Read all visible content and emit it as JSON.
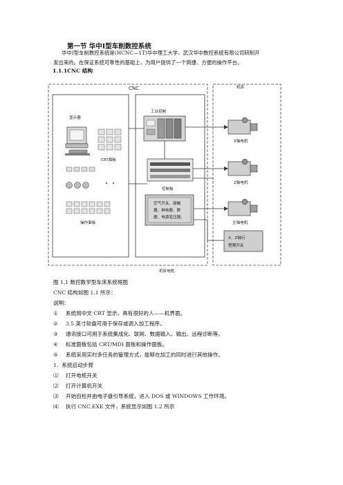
{
  "section": {
    "title": "第一节  华中Ⅰ型车削数控系统",
    "intro_line1": "华中Ⅰ型车削数控系统是(HCNC—1T)华中理工大学、武汉华中数控系统有限公司研制开",
    "intro_line2": "发出来的。在保证系统可靠性的基础上，为用户提供了一个简捷、方便的操作平台。",
    "subsection": "1.1.1CNC 结构"
  },
  "figure": {
    "cnc_label": "CNC",
    "machine_label": "机床",
    "display_label": "显示器",
    "crt_panel_label": "CRT面板",
    "operation_panel_label": "操作面板",
    "industrial_control_label": "工业控制",
    "control_board_label": "控制板",
    "io_box_line1": "空气开关、接触",
    "io_box_line2": "器、继电器、数",
    "io_box_line3": "据、电源变压器。",
    "x_motor_label": "X轴电机",
    "z_motor_label": "Z轴电机",
    "spindle_motor_label": "主轴电机",
    "limit_switch_line1": "X、Z轴行",
    "limit_switch_line2": "程限开关",
    "cabinet_power_label": "机床电柜"
  },
  "caption": "图 1.1  数控教学型车床系统框图",
  "structure_line": "CNC 结构如图 1.1 所示：",
  "notes_label": "说明：",
  "notes": [
    {
      "marker": "①",
      "text": "系统用中文 CRT 显示，具有很好的人——机界面。"
    },
    {
      "marker": "②",
      "text": "3.5 英寸软盘可用于保存或调入加工程序。"
    },
    {
      "marker": "③",
      "text": "通讯接口可用于系统集成化、联网、数据输入、输出、远程诊断等。"
    },
    {
      "marker": "④",
      "text": "标准面板包括 CRT/MDI 面板和操作面板。"
    },
    {
      "marker": "⑤",
      "text": "系统采用实时多任务的管理方式，能够在加工的同时进行其他操作。"
    }
  ],
  "startup_title": "1．系统启动步骤",
  "steps": [
    {
      "marker": "⑴",
      "text": "打开电柜开关"
    },
    {
      "marker": "⑵",
      "text": "打开计算机开关"
    },
    {
      "marker": "⑶",
      "text": "开始自检并由电子盘引导系统，进入 DOS 或 WINDOWS 工作环境。"
    },
    {
      "marker": "⑷",
      "text": "执行 CNC.EXE 文件，系统显示如图 1.2 所示"
    }
  ]
}
